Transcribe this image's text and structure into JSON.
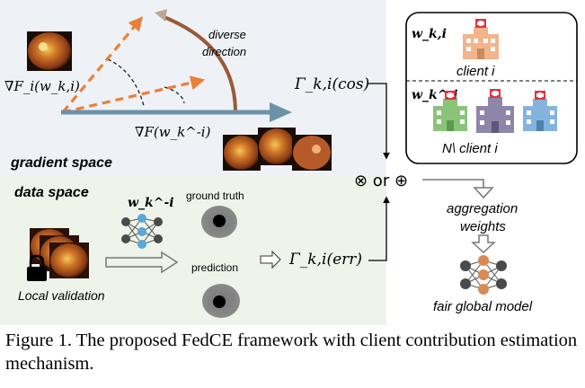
{
  "gradient_panel": {
    "label": "gradient space",
    "local_grad_label": "∇F_i(w_k,i)",
    "global_grad_label": "∇F(w_k^-i)",
    "arc_label_line1": "diverse",
    "arc_label_line2": "direction"
  },
  "data_panel": {
    "label": "data space",
    "model_label": "w_k^-i",
    "ground_truth_label": "ground truth",
    "prediction_label": "prediction",
    "local_validation_label": "Local validation"
  },
  "cos_label": "Γ_k,i(cos)",
  "err_label": "Γ_k,i(err)",
  "combine_label": "⊗ or ⊕",
  "client_box": {
    "client_weight_label": "w_k,i",
    "client_label": "client i",
    "others_weight_label": "w_k^-i",
    "others_label": "N\\ client i"
  },
  "aggregation_label_line1": "aggregation",
  "aggregation_label_line2": "weights",
  "global_model_label": "fair global model",
  "caption": "Figure 1. The proposed FedCE framework with client contribution estimation mechanism.",
  "colors": {
    "gradient_panel_bg": "#eef1f6",
    "data_panel_bg": "#eef4ea",
    "orange_arrow": "#e8803a",
    "steel_arrow": "#6b93a8",
    "arc": "#9a5a38",
    "hospital_orange": "#f2b48a",
    "hospital_green": "#8cc37a",
    "hospital_purple": "#8e86a8",
    "hospital_blue": "#84b4dd",
    "red_cross": "#e2343b",
    "node_dark": "#4a4a4a",
    "node_blue": "#5aa7d8"
  }
}
